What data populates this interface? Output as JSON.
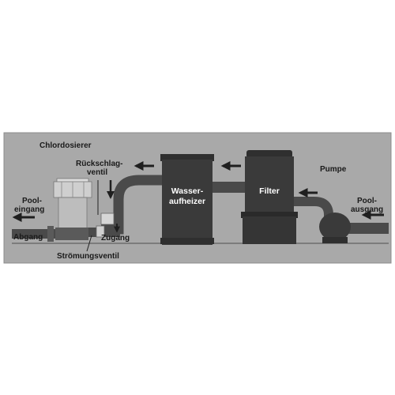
{
  "labels": {
    "chlordosierer": "Chlordosierer",
    "rueckschlag_1": "Rückschlag-",
    "rueckschlag_2": "ventil",
    "wasser_1": "Wasser-",
    "wasser_2": "aufheizer",
    "filter": "Filter",
    "pumpe": "Pumpe",
    "pool_eingang_1": "Pool-",
    "pool_eingang_2": "eingang",
    "pool_ausgang_1": "Pool-",
    "pool_ausgang_2": "ausgang",
    "abgang": "Abgang",
    "zugang": "Zugang",
    "stroemungsventil": "Strömungsventil"
  },
  "colors": {
    "panel": "#a9a9a9",
    "equipment": "#3a3a3a",
    "pipe": "#4a4a4a",
    "chlorinator": "#cfcfcf",
    "arrow": "#1f1f1f"
  }
}
